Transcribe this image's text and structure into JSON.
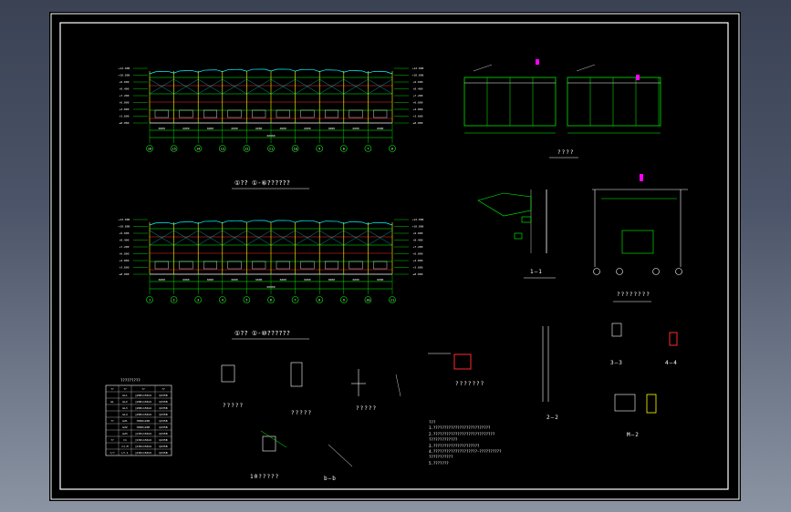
{
  "colors": {
    "background": "#000000",
    "frame": "#ffffff",
    "green": "#00ff00",
    "red": "#ff2a2a",
    "yellow": "#ffff00",
    "cyan": "#00ffff",
    "magenta": "#ff00ff",
    "white": "#ffffff"
  },
  "elev1": {
    "axes": [
      "16",
      "15",
      "14",
      "13",
      "12",
      "11",
      "10",
      "9",
      "8",
      "7",
      "6"
    ],
    "title": "①?? ①-⑥??????",
    "dims": [
      "6000",
      "6000",
      "6000",
      "6000",
      "6000",
      "6000",
      "6000",
      "6000",
      "6000",
      "6000"
    ],
    "total": "60000",
    "levels": [
      "+12.000",
      "+10.800",
      "+9.600",
      "+8.400",
      "+7.200",
      "+6.000",
      "+4.800",
      "+3.600",
      "±0.000"
    ]
  },
  "elev2": {
    "axes": [
      "1",
      "2",
      "3",
      "4",
      "5",
      "6",
      "7",
      "8",
      "9",
      "10",
      "11"
    ],
    "title": "①?? ①-⑩??????",
    "dims": [
      "6000",
      "6000",
      "6000",
      "6000",
      "6000",
      "6000",
      "6000",
      "6000",
      "6000",
      "6000"
    ],
    "total": "60000",
    "levels": [
      "+12.000",
      "+10.800",
      "+9.600",
      "+8.400",
      "+7.200",
      "+6.000",
      "+4.800",
      "+3.600",
      "±0.000"
    ]
  },
  "sections": {
    "top_right": "????",
    "s11": "1—1",
    "s22": "2—2",
    "s33": "3—3",
    "s44": "4—4",
    "m2": "M—2",
    "bb": "b—b",
    "plan_detail": "????????",
    "hinge": "?????",
    "hinge2": "?????",
    "d10": "10?????",
    "bracket": "?????",
    "misc": "???????"
  },
  "table": {
    "title": "?????????",
    "headers": [
      "??",
      "??",
      "??",
      "??"
    ],
    "rows": [
      [
        "",
        "GL1",
        "□200x150x6",
        "Q235B"
      ],
      [
        "GL",
        "GL2",
        "□200x150x6",
        "Q235B"
      ],
      [
        "",
        "GL3",
        "□200x150x6",
        "Q235B"
      ],
      [
        "",
        "GL4",
        "□200x150x6",
        "Q235B"
      ],
      [
        "??",
        "GZ1",
        "H300x200",
        "Q235B"
      ],
      [
        "",
        "GZ2",
        "H300x200",
        "Q235B"
      ],
      [
        "",
        "GZ3",
        "□150x150x6",
        "Q235B"
      ],
      [
        "??",
        "C1",
        "□150x150x6",
        "Q235B"
      ],
      [
        "",
        "C1-M",
        "□150x150x6",
        "Q235B"
      ],
      [
        "?/?",
        "LT-1",
        "□150x150x6",
        "Q235B"
      ]
    ]
  },
  "notes": {
    "head": "???",
    "lines": [
      "1.??????????????????????????",
      "2.????????????????????????????",
      "  ?????????????",
      "3.?????????????????????",
      "4.????????????????????-??????????",
      "  ???????????",
      "5.???????"
    ]
  }
}
